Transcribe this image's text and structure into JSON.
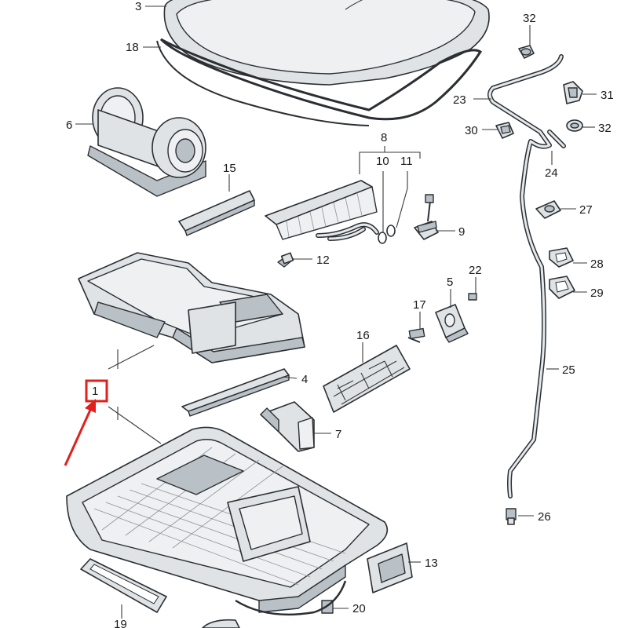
{
  "diagram": {
    "callouts": [
      {
        "id": "c1",
        "label": "1"
      },
      {
        "id": "c3",
        "label": "3"
      },
      {
        "id": "c4",
        "label": "4"
      },
      {
        "id": "c5",
        "label": "5"
      },
      {
        "id": "c6",
        "label": "6"
      },
      {
        "id": "c7",
        "label": "7"
      },
      {
        "id": "c8",
        "label": "8"
      },
      {
        "id": "c9",
        "label": "9"
      },
      {
        "id": "c10",
        "label": "10"
      },
      {
        "id": "c11",
        "label": "11"
      },
      {
        "id": "c12",
        "label": "12"
      },
      {
        "id": "c13",
        "label": "13"
      },
      {
        "id": "c15",
        "label": "15"
      },
      {
        "id": "c16",
        "label": "16"
      },
      {
        "id": "c17",
        "label": "17"
      },
      {
        "id": "c18",
        "label": "18"
      },
      {
        "id": "c19",
        "label": "19"
      },
      {
        "id": "c20",
        "label": "20"
      },
      {
        "id": "c22",
        "label": "22"
      },
      {
        "id": "c23",
        "label": "23"
      },
      {
        "id": "c24",
        "label": "24"
      },
      {
        "id": "c25",
        "label": "25"
      },
      {
        "id": "c26",
        "label": "26"
      },
      {
        "id": "c27",
        "label": "27"
      },
      {
        "id": "c28",
        "label": "28"
      },
      {
        "id": "c29",
        "label": "29"
      },
      {
        "id": "c30",
        "label": "30"
      },
      {
        "id": "c31",
        "label": "31"
      },
      {
        "id": "c32a",
        "label": "32"
      },
      {
        "id": "c32b",
        "label": "32"
      }
    ],
    "highlight": {
      "color": "#e0201b",
      "target": "1"
    }
  }
}
